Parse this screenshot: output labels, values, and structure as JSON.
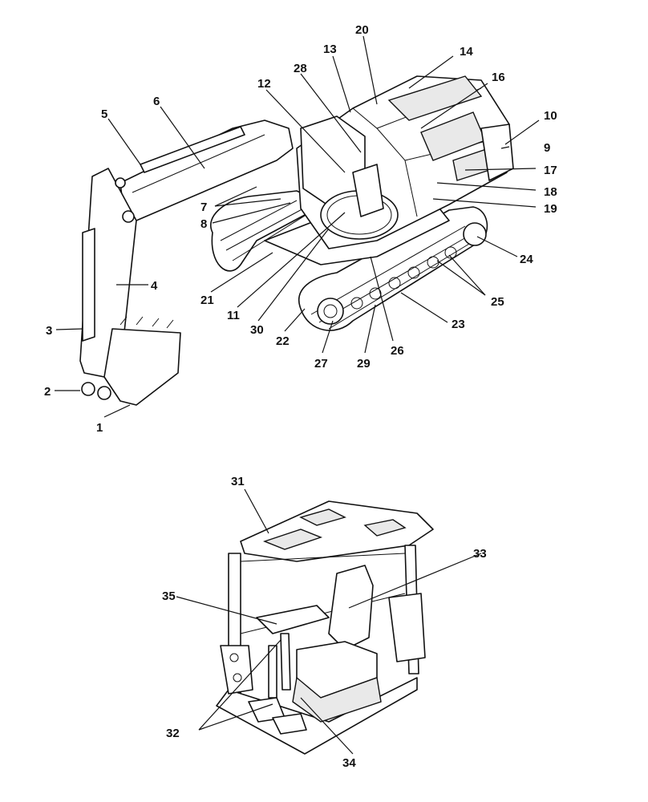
{
  "excavator_callouts": [
    "1",
    "2",
    "3",
    "4",
    "5",
    "6",
    "7",
    "8",
    "9",
    "10",
    "11",
    "12",
    "13",
    "14",
    "16",
    "17",
    "18",
    "19",
    "20",
    "21",
    "22",
    "23",
    "24",
    "25",
    "26",
    "27",
    "28",
    "29",
    "30"
  ],
  "cab_callouts": [
    "31",
    "32",
    "33",
    "34",
    "35"
  ]
}
